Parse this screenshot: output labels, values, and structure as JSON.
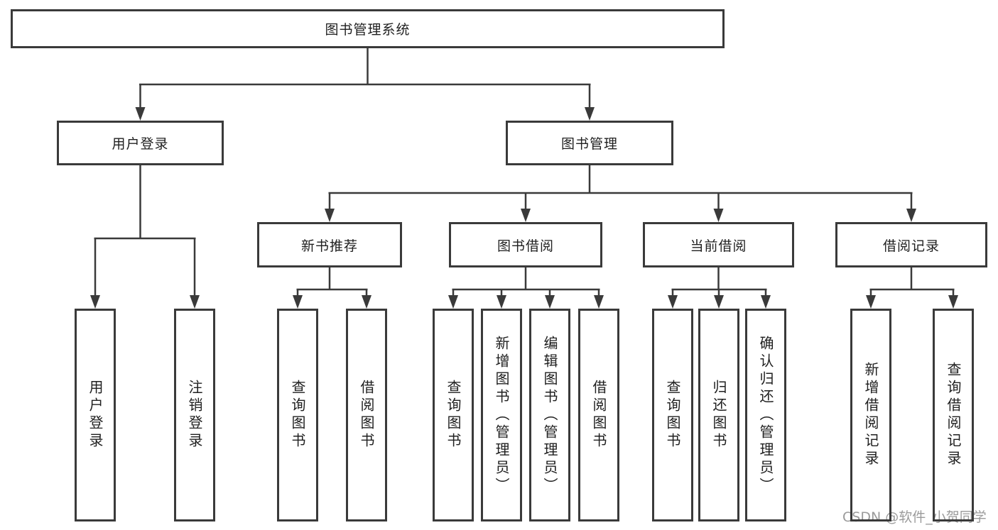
{
  "diagram": {
    "tree": {
      "label": "图书管理系统",
      "children": [
        {
          "label": "用户登录",
          "children": [
            {
              "label": "用户登录"
            },
            {
              "label": "注销登录"
            }
          ]
        },
        {
          "label": "图书管理",
          "children": [
            {
              "label": "新书推荐",
              "children": [
                {
                  "label": "查询图书"
                },
                {
                  "label": "借阅图书"
                }
              ]
            },
            {
              "label": "图书借阅",
              "children": [
                {
                  "label": "查询图书"
                },
                {
                  "label": "新增图书（管理员）"
                },
                {
                  "label": "编辑图书（管理员）"
                },
                {
                  "label": "借阅图书"
                }
              ]
            },
            {
              "label": "当前借阅",
              "children": [
                {
                  "label": "查询图书"
                },
                {
                  "label": "归还图书"
                },
                {
                  "label": "确认归还（管理员）"
                }
              ]
            },
            {
              "label": "借阅记录",
              "children": [
                {
                  "label": "新增借阅记录"
                },
                {
                  "label": "查询借阅记录"
                }
              ]
            }
          ]
        }
      ]
    },
    "line_color": "#3a3a3a",
    "text_color": "#1f1f1f"
  },
  "watermark": {
    "text": "CSDN @软件_小贺同学"
  }
}
